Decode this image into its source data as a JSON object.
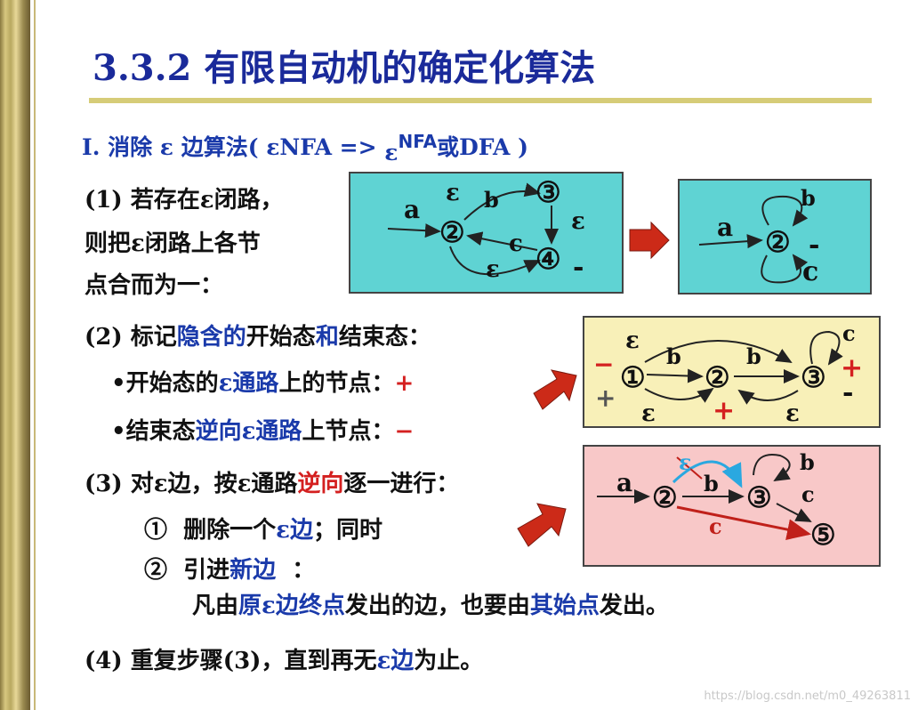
{
  "title": "3.3.2 有限自动机的确定化算法",
  "heading": {
    "prefix": "Ⅰ. 消除 ε 边算法( εNFA => ",
    "eps": "ε",
    "sup": "NFA",
    "suffix": "或DFA )"
  },
  "step1": {
    "label": "(1)",
    "line1": "若存在ε闭路，",
    "line2": "则把ε闭路上各节",
    "line3": "点合而为一："
  },
  "step2": {
    "label": "(2)",
    "p1": "标记",
    "p2": "隐含的",
    "p3": "开始态",
    "p4": "和",
    "p5": "结束态",
    "p6": "：",
    "b1a": "•开始态的",
    "b1b": "ε通路",
    "b1c": "上的节点：",
    "b1sign": "+",
    "b2a": "•结束态",
    "b2b": "逆向ε通路",
    "b2c": "上节点：",
    "b2sign": "−"
  },
  "step3": {
    "label": "(3)",
    "p1": "对ε边，按ε通路",
    "p2": "逆向",
    "p3": "逐一进行：",
    "s1num": "①",
    "s1a": "删除一个",
    "s1b": "ε边",
    "s1c": "；同时",
    "s2num": "②",
    "s2a": "引进",
    "s2b": "新边",
    "s2c": "：",
    "s3a": "凡由",
    "s3b": "原ε边终点",
    "s3c": "发出的边，也要由",
    "s3d": "其始点",
    "s3e": "发出。"
  },
  "step4": {
    "label": "(4)",
    "p1": "重复步骤(3)，直到再无",
    "p2": "ε边",
    "p3": "为止。"
  },
  "diagram1": {
    "a": "a",
    "n2": "②",
    "n3": "③",
    "n4": "④",
    "b": "b",
    "c": "c",
    "eps1": "ε",
    "eps2": "ε",
    "eps3": "ε",
    "minus": "-"
  },
  "diagram2": {
    "a": "a",
    "n2": "②",
    "b": "b",
    "c": "c",
    "minus": "-"
  },
  "diagram3": {
    "n1": "①",
    "n2": "②",
    "n3": "③",
    "b1": "b",
    "b2": "b",
    "c": "c",
    "eps1": "ε",
    "eps2": "ε",
    "eps3": "ε",
    "minus1": "−",
    "plus1": "+",
    "plus2": "+",
    "plus3": "+",
    "minus3": "-"
  },
  "diagram4": {
    "a": "a",
    "n2": "②",
    "n3": "③",
    "n5": "⑤",
    "b1": "b",
    "b2": "b",
    "c1": "c",
    "c2": "c",
    "eps": "ε"
  },
  "watermark": "https://blog.csdn.net/m0_49263811",
  "colors": {
    "title": "#1a2a9a",
    "blue": "#1a3aaa",
    "red": "#d42020",
    "box1": "#5fd3d3",
    "box3": "#f8f0b8",
    "box4": "#f8c8c8",
    "arrow": "#cc2a18"
  }
}
